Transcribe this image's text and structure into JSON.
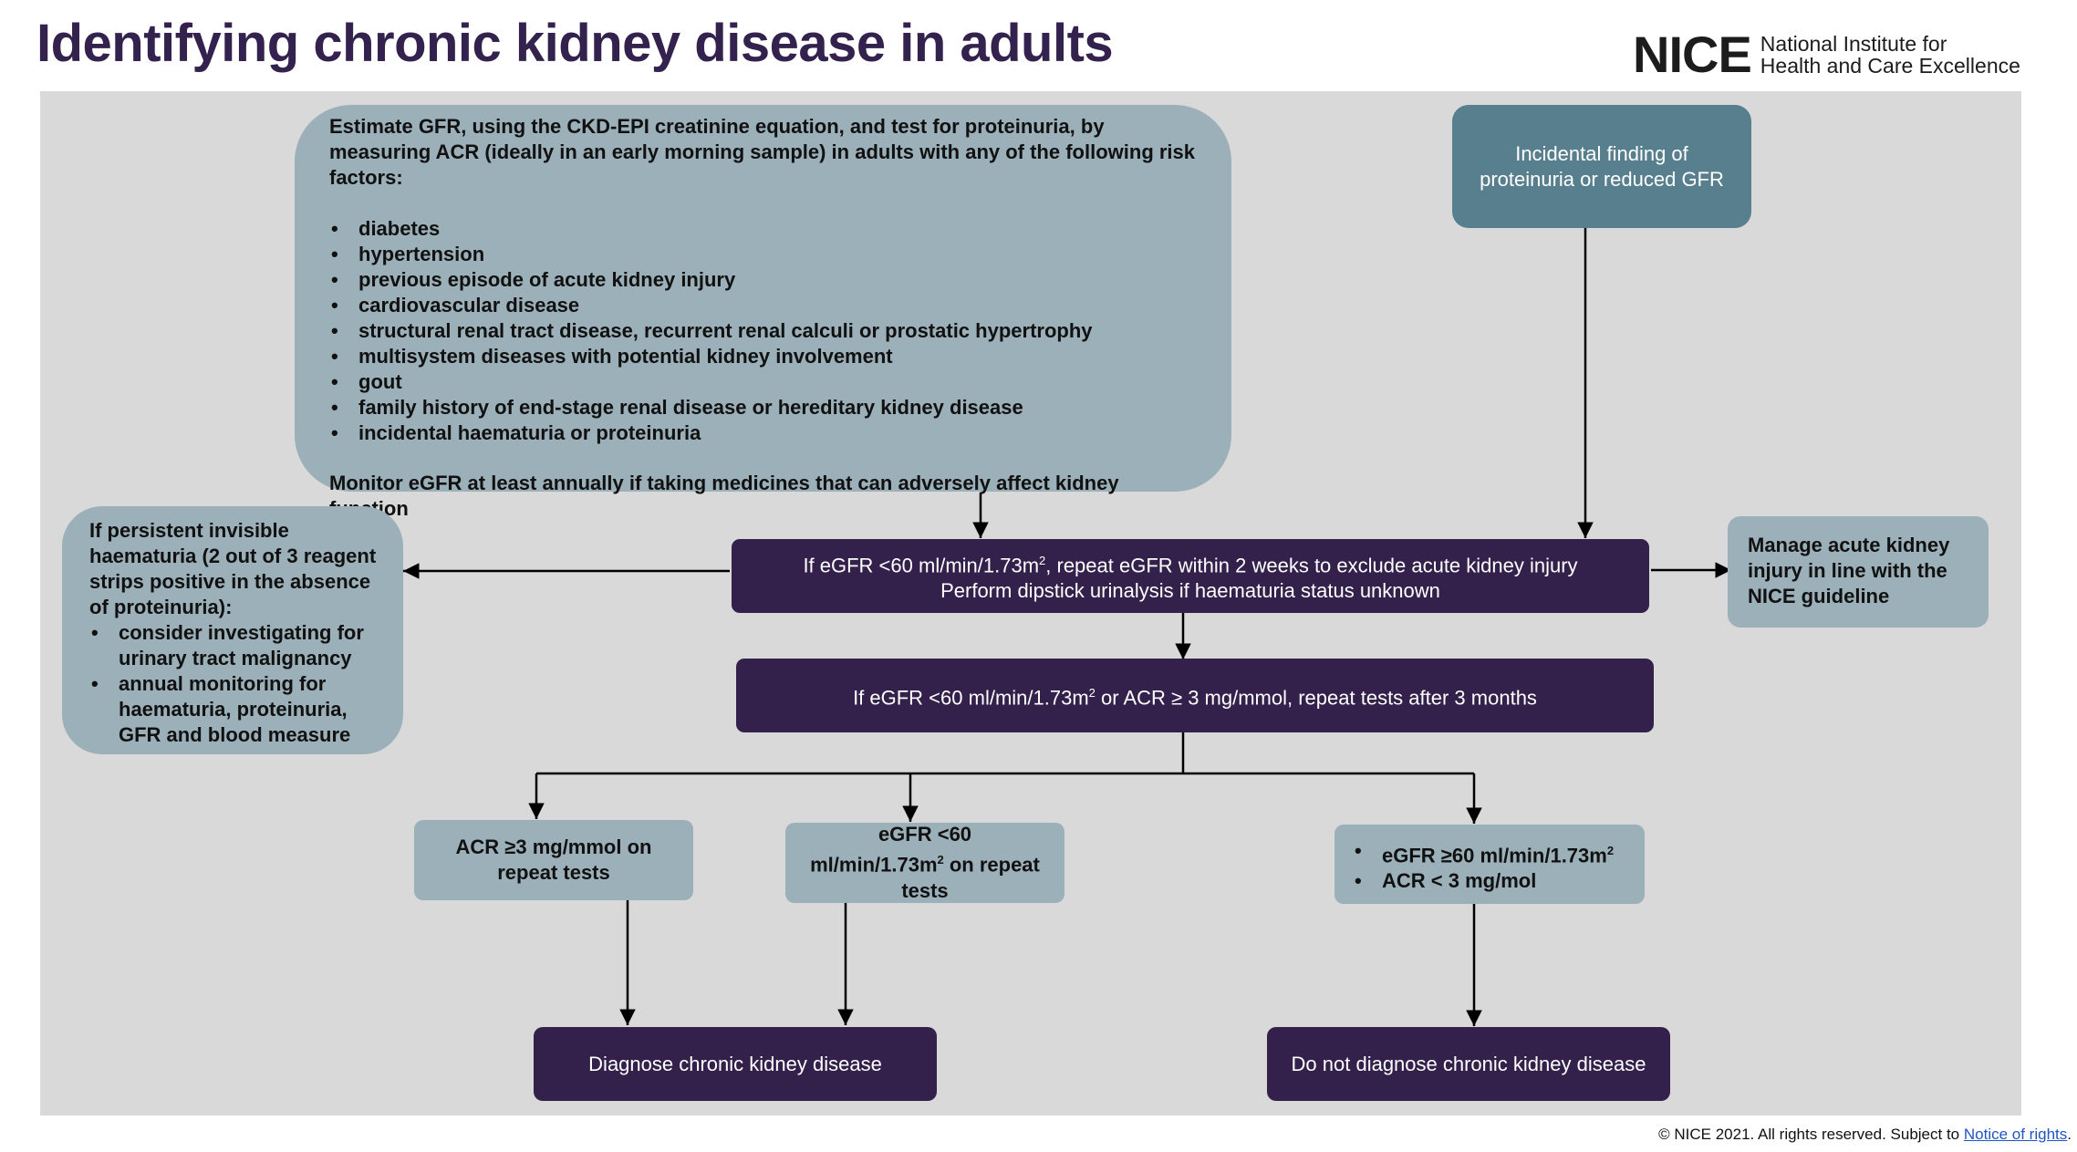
{
  "header": {
    "title": "Identifying chronic kidney disease in adults",
    "logo_mark": "NICE",
    "logo_line1": "National Institute for",
    "logo_line2": "Health and Care Excellence"
  },
  "risk_box": {
    "intro": "Estimate GFR, using the CKD-EPI creatinine equation, and test for proteinuria, by measuring ACR (ideally in an early morning sample) in adults with any of the following risk factors:",
    "items": [
      "diabetes",
      "hypertension",
      "previous episode of acute kidney injury",
      "cardiovascular disease",
      "structural renal tract disease, recurrent renal calculi or prostatic hypertrophy",
      "multisystem diseases with potential kidney involvement",
      "gout",
      "family history of end-stage renal disease or hereditary kidney disease",
      "incidental haematuria or proteinuria"
    ],
    "footer": "Monitor eGFR at least annually if taking medicines that can adversely affect kidney function"
  },
  "incidental": {
    "text": "Incidental finding of proteinuria or reduced GFR"
  },
  "haematuria_box": {
    "intro": "If persistent invisible haematuria (2 out of 3 reagent strips positive in the absence of proteinuria):",
    "items": [
      "consider investigating for urinary tract malignancy",
      "annual monitoring for haematuria, proteinuria, GFR and blood measure"
    ]
  },
  "repeat_box": {
    "line1_pre": "If eGFR <60 ml/min/1.73m",
    "line1_sup": "2",
    "line1_post": ", repeat eGFR within 2 weeks to exclude acute kidney injury",
    "line2": "Perform dipstick urinalysis if haematuria status unknown"
  },
  "aki_box": {
    "text": "Manage acute kidney injury in line with the NICE guideline"
  },
  "three_month_box": {
    "pre": "If eGFR <60 ml/min/1.73m",
    "sup": "2",
    "post": " or ACR ≥ 3 mg/mmol, repeat tests after 3 months"
  },
  "acr_box": {
    "text": "ACR ≥3 mg/mmol on repeat tests"
  },
  "egfr_box": {
    "line1": "eGFR <60",
    "line2_pre": "ml/min/1.73m",
    "line2_sup": "2",
    "line2_post": " on repeat",
    "line3": "tests"
  },
  "normal_box": {
    "item1_pre": "eGFR ≥60 ml/min/1.73m",
    "item1_sup": "2",
    "item2": "ACR < 3 mg/mol"
  },
  "diagnose_box": {
    "text": "Diagnose chronic kidney disease"
  },
  "no_diagnose_box": {
    "text": "Do not diagnose chronic kidney disease"
  },
  "footer": {
    "text": "© NICE 2021. All rights reserved. Subject to ",
    "link": "Notice of rights",
    "end": "."
  }
}
